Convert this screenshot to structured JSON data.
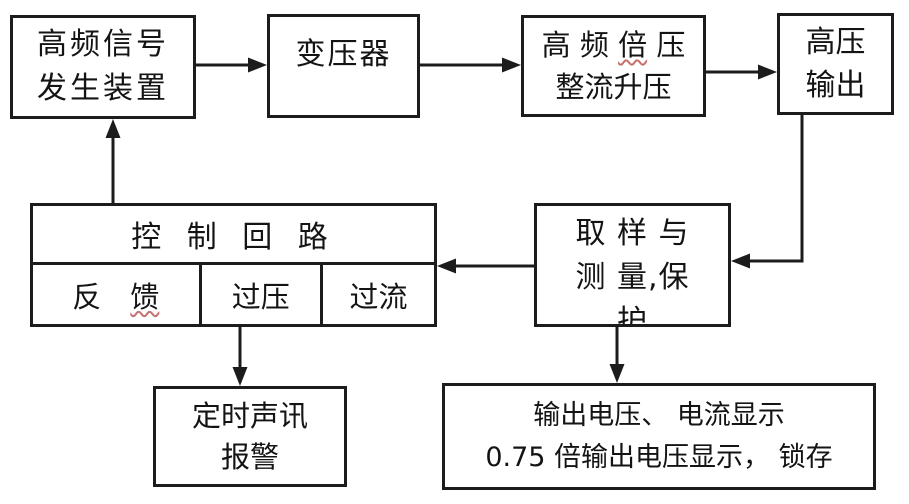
{
  "nodes": {
    "signal_generator": {
      "line1": "高频信号",
      "line2": "发生装置"
    },
    "transformer": {
      "label": "变压器"
    },
    "voltage_doubler": {
      "line1_before": "高 频 ",
      "line1_wavy": "倍",
      "line1_after": " 压",
      "line2": "整流升压"
    },
    "hv_output": {
      "line1": "高压",
      "line2": "输出"
    },
    "control_loop": {
      "title": "控 制 回 路",
      "feedback_before": "反　",
      "feedback_wavy": "馈",
      "overvoltage": "过压",
      "overcurrent": "过流"
    },
    "sampling": {
      "line1": "取 样 与",
      "line2": "测 量,保",
      "line3": "护"
    },
    "alarm": {
      "line1": "定时声讯",
      "line2": "报警"
    },
    "display": {
      "line1": "输出电压、 电流显示",
      "line2": "0.75 倍输出电压显示， 锁存"
    }
  },
  "colors": {
    "line": "#1c1c1c",
    "text": "#141414",
    "wavy_underline": "#c4716f",
    "background": "#ffffff"
  }
}
